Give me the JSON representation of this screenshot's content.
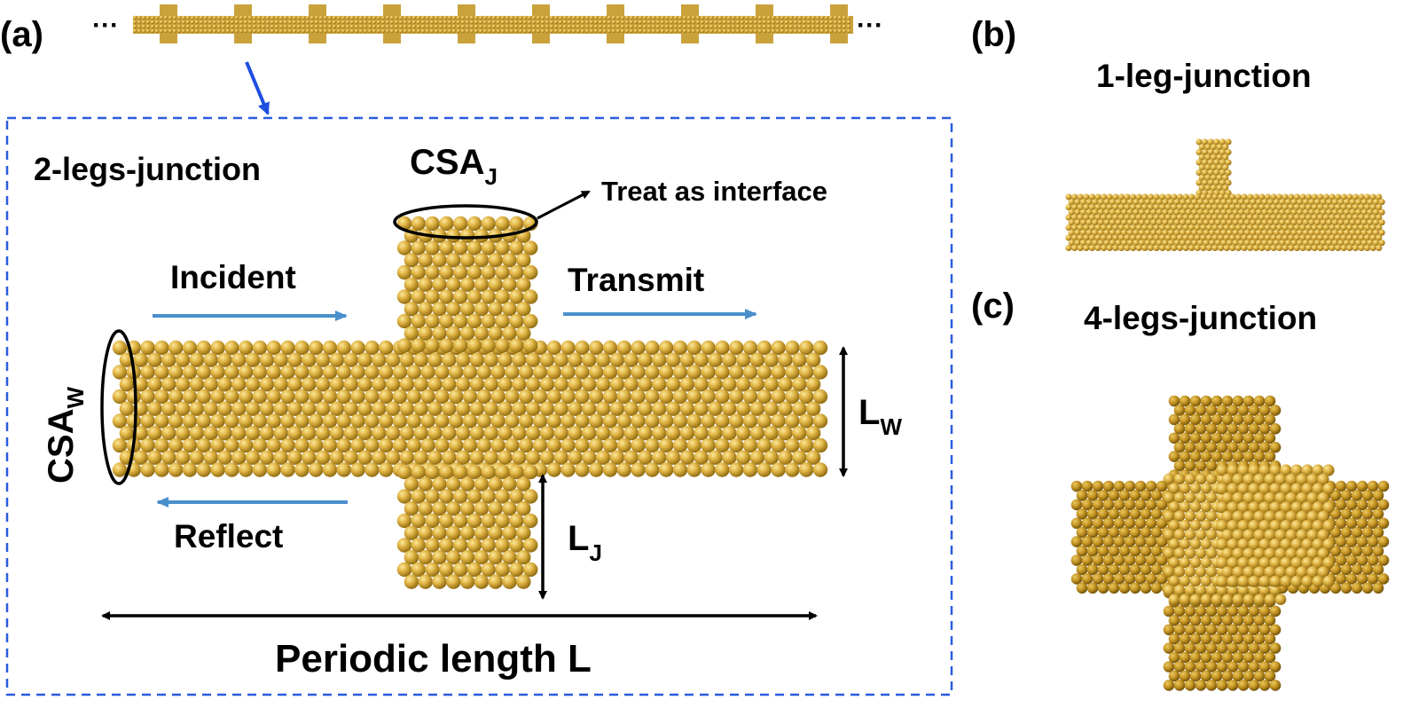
{
  "panel_a": {
    "label": "(a)",
    "chain_ellipsis_left": "···",
    "chain_ellipsis_right": "···",
    "box_title": "2-legs-junction",
    "csa_j": {
      "base": "CSA",
      "sub": "J"
    },
    "csa_w": {
      "base": "CSA",
      "sub": "W"
    },
    "interface_note": "Treat as interface",
    "incident": "Incident",
    "transmit": "Transmit",
    "reflect": "Reflect",
    "lw": {
      "base": "L",
      "sub": "W"
    },
    "lj": {
      "base": "L",
      "sub": "J"
    },
    "periodic": "Periodic length L"
  },
  "panel_b": {
    "label": "(b)",
    "title": "1-leg-junction"
  },
  "panel_c": {
    "label": "(c)",
    "title": "4-legs-junction"
  },
  "colors": {
    "atom": "#d4a834",
    "atom_dark": "#8f6a10",
    "atom_light": "#f7de80",
    "wave_arrow": "#4a8fcc",
    "pointer_arrow": "#1f4fe0",
    "dashed_box": "#2b5ce0",
    "black": "#000000"
  }
}
